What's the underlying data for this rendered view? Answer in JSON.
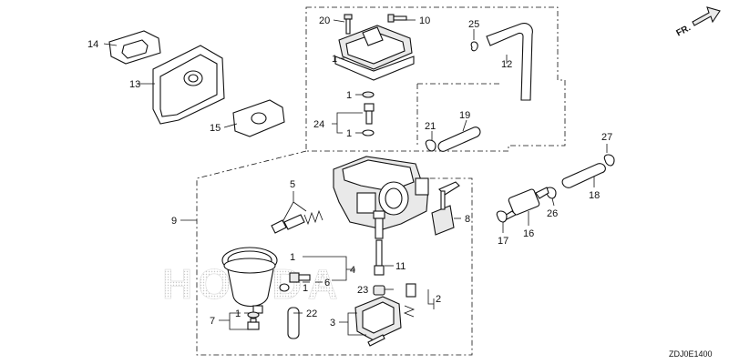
{
  "watermark": "HONDA",
  "direction_label": "FR.",
  "diagram_code": "ZDJ0E1400",
  "callouts": {
    "c1a": "1",
    "c1b": "1",
    "c1c": "1",
    "c1d": "1",
    "c1e": "1",
    "c1f": "1",
    "c2": "2",
    "c3": "3",
    "c4": "4",
    "c5": "5",
    "c6": "6",
    "c7": "7",
    "c8": "8",
    "c9": "9",
    "c10": "10",
    "c11": "11",
    "c12": "12",
    "c13": "13",
    "c14": "14",
    "c15": "15",
    "c16": "16",
    "c17": "17",
    "c18": "18",
    "c19": "19",
    "c20": "20",
    "c21": "21",
    "c22": "22",
    "c23": "23",
    "c24": "24",
    "c25": "25",
    "c26": "26",
    "c27": "27"
  }
}
